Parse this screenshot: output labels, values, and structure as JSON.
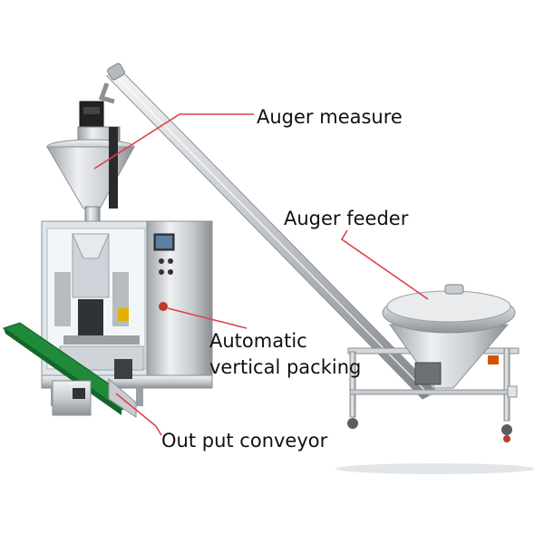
{
  "labels": {
    "auger_measure": "Auger measure",
    "auger_feeder": "Auger feeder",
    "automatic_packing_line1": "Automatic",
    "automatic_packing_line2": "vertical packing",
    "output_conveyor": "Out put conveyor"
  },
  "colors": {
    "leader_line": "#e0404a",
    "label_text": "#111111",
    "steel_light": "#e6e8ea",
    "steel_mid": "#b9bdc1",
    "steel_dark": "#7d8287",
    "conveyor_belt": "#1f8a3a"
  }
}
